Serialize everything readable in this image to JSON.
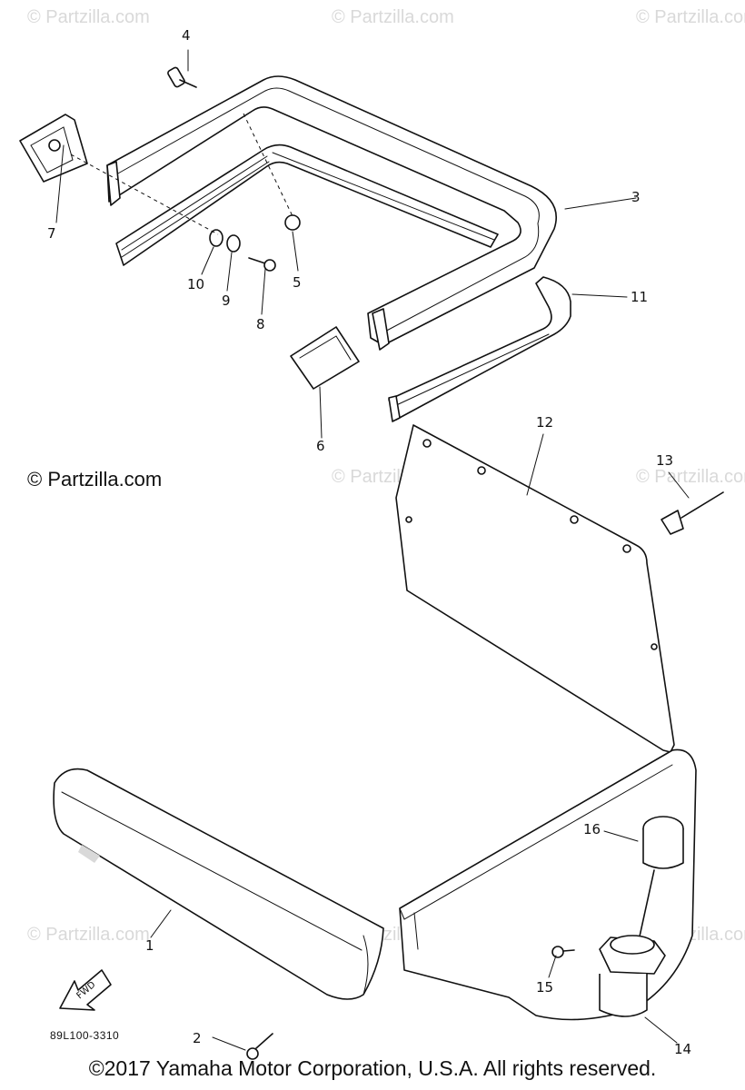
{
  "watermarks": [
    "© Partzilla.com",
    "© Partzilla.com",
    "© Partzilla.com",
    "© Partzilla.com",
    "© Partzilla.com",
    "© Partzilla.com",
    "© Partzilla.com",
    "© Partzilla.com"
  ],
  "copyright_mark": "© Partzilla.com",
  "callouts": [
    "1",
    "2",
    "3",
    "4",
    "5",
    "6",
    "7",
    "8",
    "9",
    "10",
    "11",
    "12",
    "13",
    "14",
    "15",
    "16"
  ],
  "fwd_label": "FWD",
  "diagram_code": "89L100-3310",
  "footer_text": "©2017 Yamaha Motor Corporation, U.S.A. All rights reserved."
}
